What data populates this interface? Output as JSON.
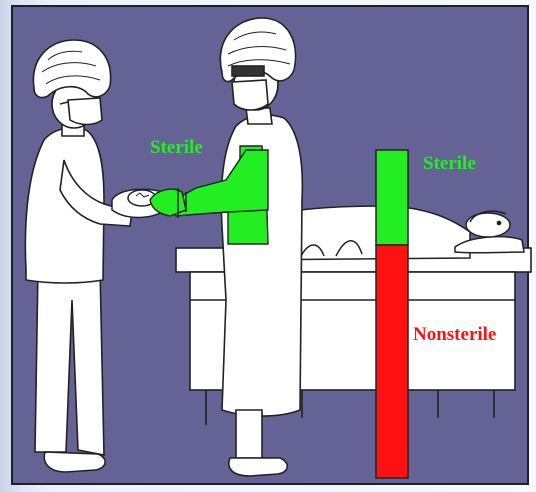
{
  "labels": {
    "sterile_left": "Sterile",
    "sterile_bar": "Sterile",
    "nonsterile_bar": "Nonsterile"
  },
  "colors": {
    "panel_background": "#656395",
    "sterile_green": "#22ee22",
    "nonsterile_red": "#ff1111",
    "outline": "#222222",
    "figure_white": "#ffffff"
  },
  "zone_bar": {
    "sterile_fraction": 0.29,
    "nonsterile_fraction": 0.71
  }
}
